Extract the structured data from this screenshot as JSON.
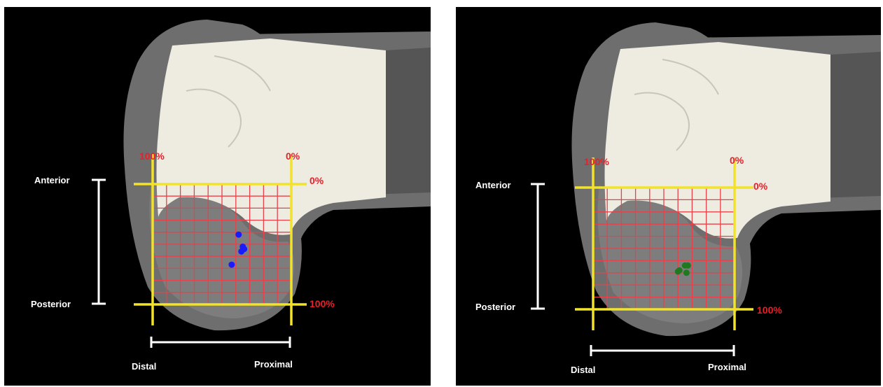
{
  "colors": {
    "background": "#000000",
    "bone": "#6a6a6a",
    "bone_highlight": "#8a8a8a",
    "cut_surface": "#efece2",
    "grid_yellow": "#f2e22a",
    "grid_red": "#e8414b",
    "label_red": "#e8202a",
    "label_white": "#ffffff",
    "left_points": "#1a1aff",
    "right_points": "#1f7a1f"
  },
  "panels": [
    {
      "labels": {
        "anterior": "Anterior",
        "posterior": "Posterior",
        "distal": "Distal",
        "proximal": "Proximal",
        "pct_top_left": "100%",
        "pct_top_right": "0%",
        "pct_right_top": "0%",
        "pct_right_bottom": "100%"
      },
      "grid": {
        "columns": 10,
        "rows": 10
      },
      "points": [
        {
          "x": 62,
          "y": 42
        },
        {
          "x": 65,
          "y": 52
        },
        {
          "x": 66,
          "y": 54
        },
        {
          "x": 64,
          "y": 56
        },
        {
          "x": 57,
          "y": 67
        }
      ]
    },
    {
      "labels": {
        "anterior": "Anterior",
        "posterior": "Posterior",
        "distal": "Distal",
        "proximal": "Proximal",
        "pct_top_left": "100%",
        "pct_top_right": "0%",
        "pct_right_top": "0%",
        "pct_right_bottom": "100%"
      },
      "grid": {
        "columns": 10,
        "rows": 10
      },
      "points": [
        {
          "x": 67,
          "y": 64
        },
        {
          "x": 65,
          "y": 64
        },
        {
          "x": 61,
          "y": 68
        },
        {
          "x": 66,
          "y": 70
        },
        {
          "x": 60,
          "y": 69
        }
      ]
    }
  ]
}
